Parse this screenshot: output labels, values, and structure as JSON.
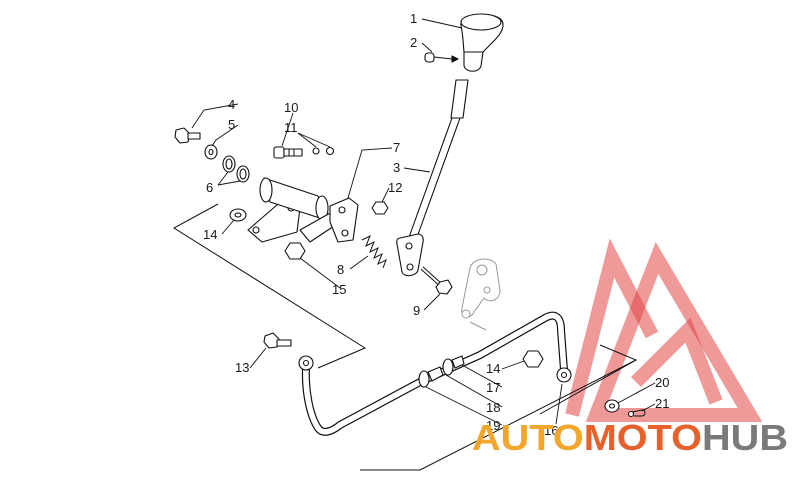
{
  "diagram": {
    "callouts": [
      "1",
      "2",
      "4",
      "5",
      "10",
      "11",
      "7",
      "3",
      "12",
      "6",
      "14",
      "8",
      "15",
      "9",
      "13",
      "14",
      "17",
      "18",
      "19",
      "16",
      "20",
      "21"
    ]
  },
  "watermark": {
    "part_auto": "AUTO",
    "part_moto": "MOTO",
    "part_hub": "HUB",
    "colors": {
      "auto": "#f3a62c",
      "moto": "#e8612b",
      "hub": "#7a7a7a",
      "logo": "#e24646"
    }
  }
}
